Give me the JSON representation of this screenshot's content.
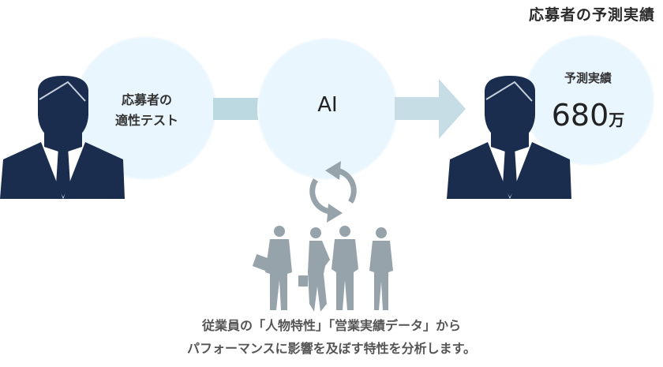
{
  "title": "応募者の予測実績",
  "applicant_circle": {
    "line1": "応募者の",
    "line2": "適性テスト"
  },
  "ai_circle": {
    "label": "AI"
  },
  "result_circle": {
    "label": "予測実績",
    "value": "680",
    "unit": "万"
  },
  "caption": {
    "line1": "従業員の「人物特性」「営業実績データ」から",
    "line2": "パフォーマンスに影響を及ぼす特性を分析します。"
  },
  "colors": {
    "navy": "#1a2d4e",
    "circle": "#e9f6fd",
    "connector": "#bcd8e0",
    "arrow": "#c6dde6",
    "gray": "#96a3ab"
  }
}
